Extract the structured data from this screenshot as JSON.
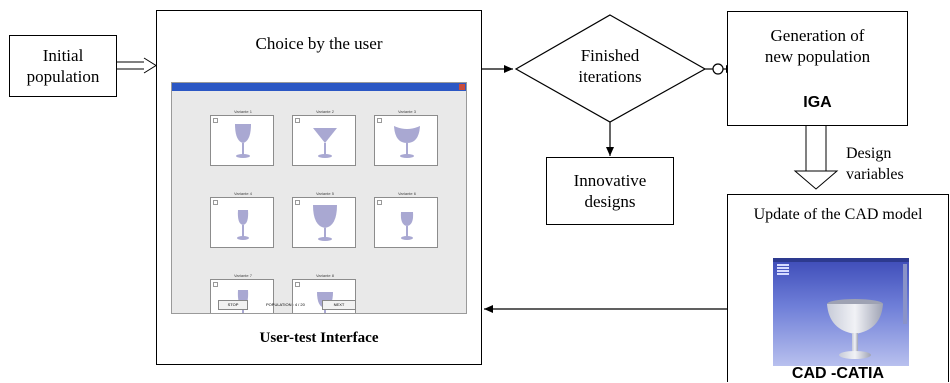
{
  "nodes": {
    "initial": "Initial population",
    "choice_title": "Choice by the user",
    "interface_label": "User-test Interface",
    "finished": "Finished iterations",
    "innovative": "Innovative designs",
    "generation": "Generation of new population",
    "iga": "IGA",
    "update": "Update of the CAD model",
    "cad": "CAD -CATIA"
  },
  "edge_labels": {
    "design_variables": "Design variables"
  },
  "ui_screenshot": {
    "cells": [
      "Variante 1",
      "Variante 2",
      "Variante 3",
      "Variante 4",
      "Variante 5",
      "Variante 6",
      "Variante 7",
      "Variante 8"
    ],
    "stop": "STOP",
    "population": "POPULATION : 4 / 20",
    "next": "NEXT"
  },
  "colors": {
    "glass": "#a9a8d2",
    "titlebar": "#2b57c4",
    "cad_background": "#4f5fcc"
  }
}
